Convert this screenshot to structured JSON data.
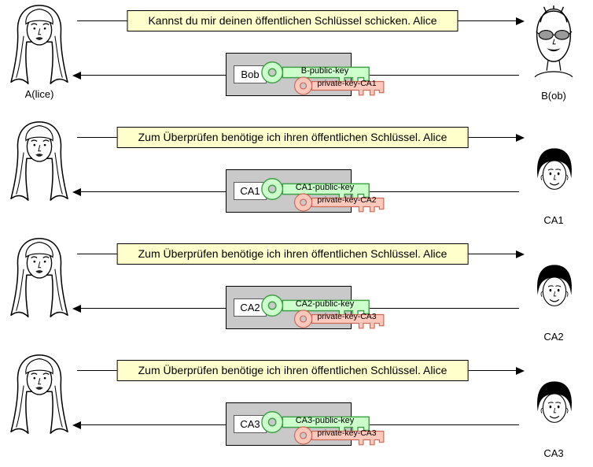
{
  "diagram_title": "PKI certificate chain message exchange",
  "colors": {
    "message_bg": "#ffffcc",
    "certificate_bg": "#c9c9c9",
    "public_key_fill": "#ccffcc",
    "public_key_stroke": "#3fa045",
    "private_key_fill": "#ffc8bc",
    "private_key_stroke": "#cb6a58"
  },
  "rows": [
    {
      "message": "Kannst du mir deinen öffentlichen Schlüssel schicken. Alice",
      "left_label": "A(lice)",
      "right_label": "B(ob)",
      "cert": {
        "owner": "Bob",
        "public_key": "B-public-key",
        "private_key": "private-key-CA1"
      }
    },
    {
      "message": "Zum Überprüfen benötige ich ihren öffentlichen Schlüssel. Alice",
      "left_label": "",
      "right_label": "CA1",
      "cert": {
        "owner": "CA1",
        "public_key": "CA1-public-key",
        "private_key": "private-key-CA2"
      }
    },
    {
      "message": "Zum Überprüfen benötige ich ihren öffentlichen Schlüssel. Alice",
      "left_label": "",
      "right_label": "CA2",
      "cert": {
        "owner": "CA2",
        "public_key": "CA2-public-key",
        "private_key": "private-key-CA3"
      }
    },
    {
      "message": "Zum Überprüfen benötige ich ihren öffentlichen Schlüssel. Alice",
      "left_label": "",
      "right_label": "CA3",
      "cert": {
        "owner": "CA3",
        "public_key": "CA3-public-key",
        "private_key": "private-key-CA3"
      }
    }
  ]
}
